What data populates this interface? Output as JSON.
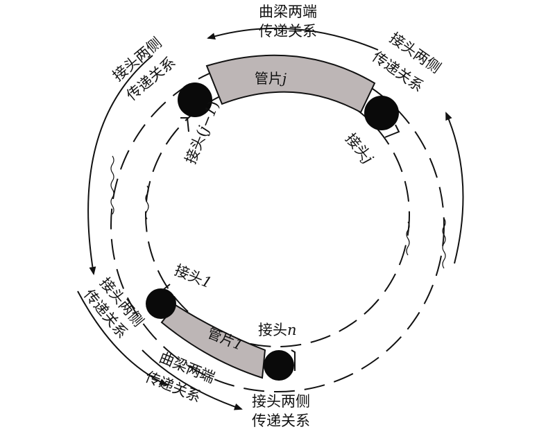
{
  "labels": {
    "top_curve_line1": "曲梁两端",
    "top_curve_line2": "传递关系",
    "top_left_line1": "接头两侧",
    "top_left_line2": "传递关系",
    "top_right_line1": "接头两侧",
    "top_right_line2": "传递关系",
    "left_lower_line1": "接头两侧",
    "left_lower_line2": "传递关系",
    "bottom_curve_line1": "曲梁两端",
    "bottom_curve_line2": "传递关系",
    "bottom_right_line1": "接头两侧",
    "bottom_right_line2": "传递关系"
  },
  "segments": {
    "segment_j": {
      "text": "管片",
      "var": "j"
    },
    "segment_1": {
      "text": "管片",
      "var": "1"
    }
  },
  "joints": {
    "joint_j_minus_1": {
      "text": "接头(",
      "var": "j−1",
      "close": ")"
    },
    "joint_j": {
      "text": "接头",
      "var": "j"
    },
    "joint_1": {
      "text": "接头",
      "var": "1"
    },
    "joint_n": {
      "text": "接头",
      "var": "n"
    }
  },
  "colors": {
    "segment_fill": "#bdb6b6",
    "joint_fill": "#0a0a0a",
    "stroke": "#111111"
  }
}
